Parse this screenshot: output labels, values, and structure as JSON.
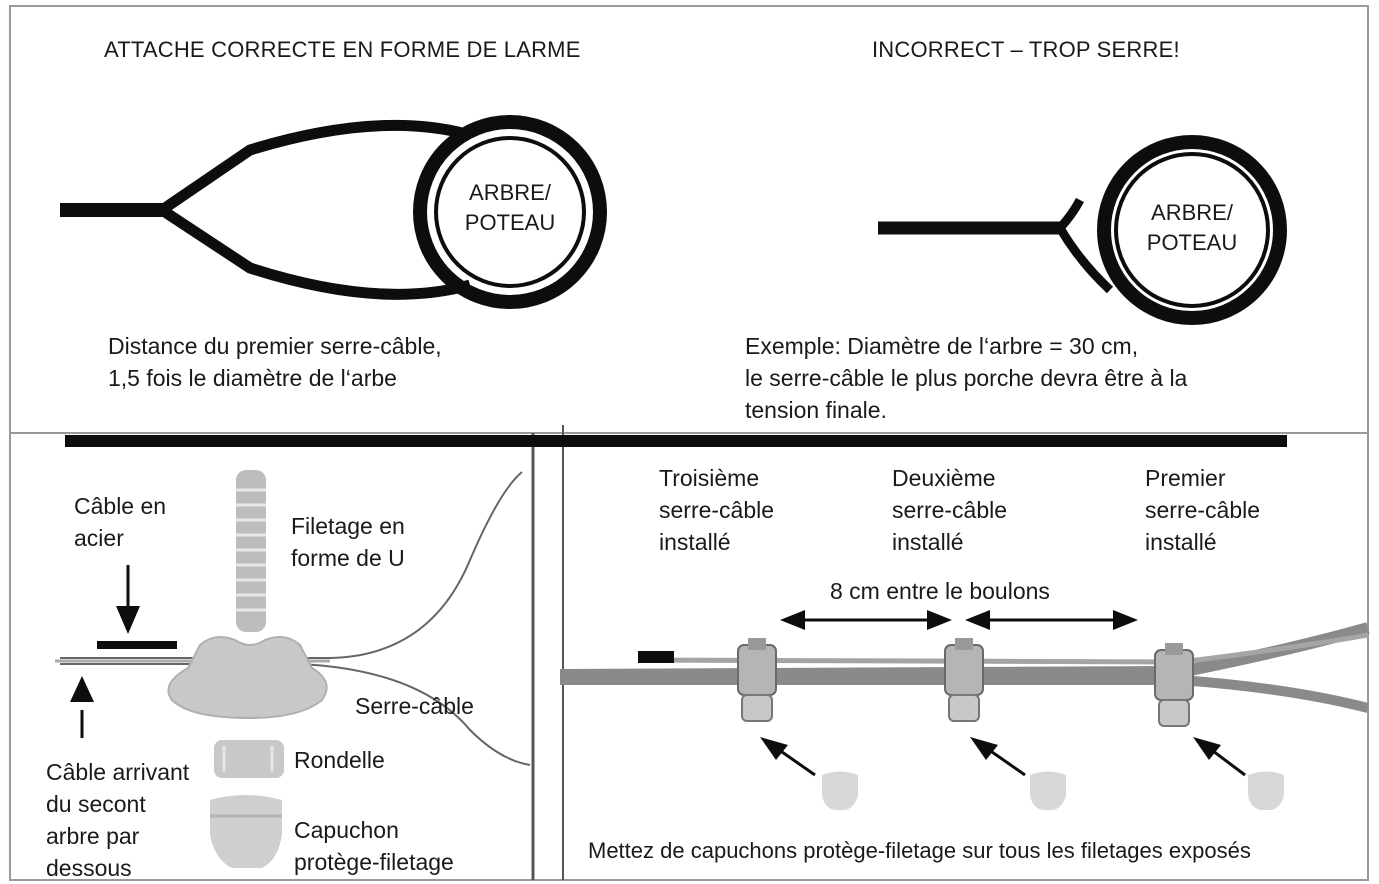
{
  "top": {
    "correct_title": "ATTACHE CORRECTE EN FORME DE LARME",
    "incorrect_title": "INCORRECT – TROP SERRE!",
    "tree_label_left": "ARBRE/\nPOTEAU",
    "tree_label_right": "ARBRE/\nPOTEAU",
    "caption_left": "Distance du premier serre-câble,\n1,5 fois le diamètre de l‘arbe",
    "caption_right": "Exemple: Diamètre de l‘arbre = 30 cm,\nle serre-câble le plus porche devra être à la\ntension finale."
  },
  "clamp_parts": {
    "steel_cable": "Câble en\nacier",
    "u_bolt": "Filetage en\nforme de U",
    "clamp": "Serre-câble",
    "washer": "Rondelle",
    "cap": "Capuchon\nprotège-filetage",
    "incoming_cable": "Câble arrivant\ndu secont\narbre par\ndessous"
  },
  "installation": {
    "third": "Troisième\nserre-câble\ninstallé",
    "second": "Deuxième\nserre-câble\ninstallé",
    "first": "Premier\nserre-câble\ninstallé",
    "spacing": "8 cm entre le boulons",
    "footer": "Mettez de capuchons protège-filetage sur tous les filetages exposés"
  }
}
